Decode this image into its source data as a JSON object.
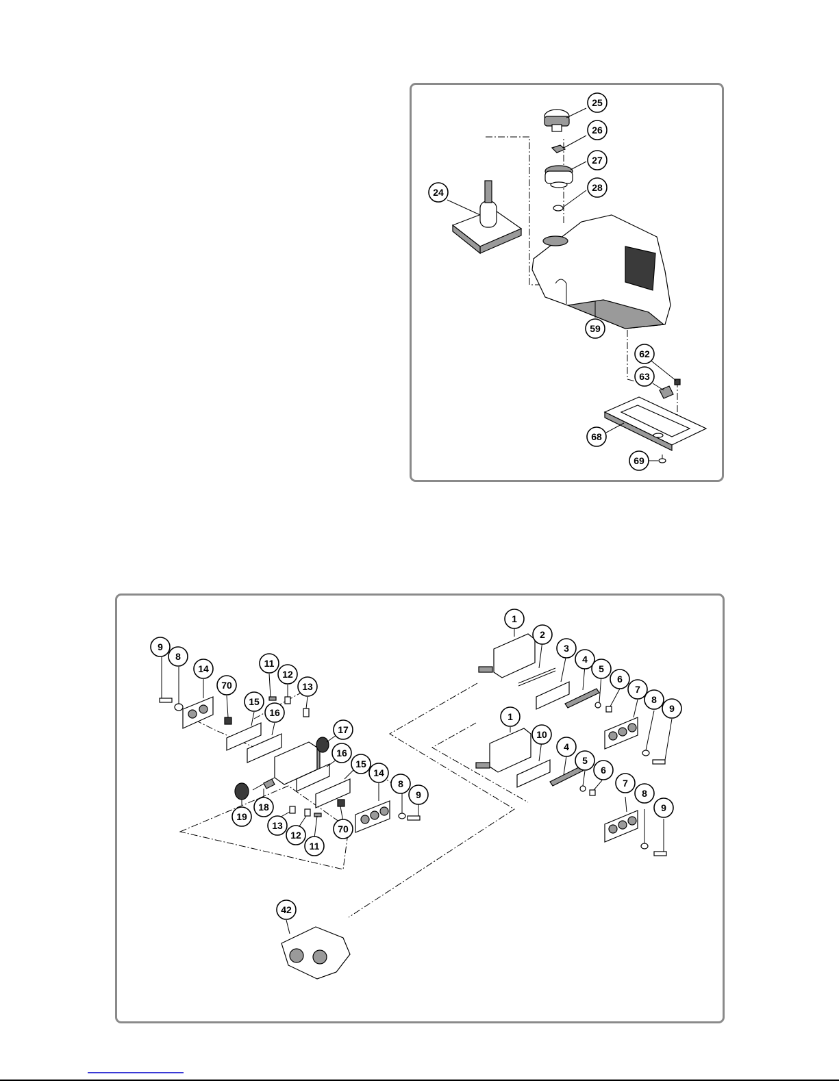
{
  "diagrams": {
    "top": {
      "callouts": [
        "25",
        "26",
        "27",
        "28",
        "24",
        "59",
        "62",
        "63",
        "68",
        "69"
      ]
    },
    "bottom": {
      "callouts": [
        "9",
        "8",
        "14",
        "70",
        "11",
        "12",
        "13",
        "15",
        "16",
        "17",
        "16",
        "15",
        "14",
        "8",
        "9",
        "18",
        "19",
        "13",
        "12",
        "11",
        "70",
        "1",
        "2",
        "3",
        "4",
        "5",
        "6",
        "7",
        "8",
        "9",
        "1",
        "10",
        "4",
        "5",
        "6",
        "7",
        "8",
        "9",
        "42"
      ]
    }
  }
}
